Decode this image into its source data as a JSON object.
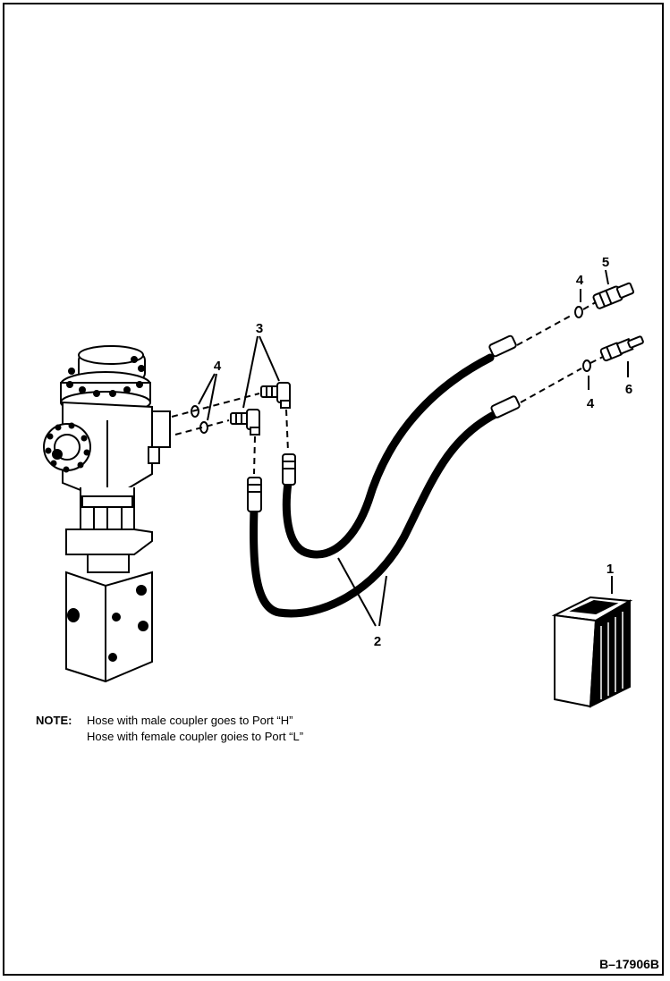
{
  "callouts": {
    "c1": "1",
    "c2": "2",
    "c3": "3",
    "c4a": "4",
    "c4b": "4",
    "c4c": "4",
    "c5": "5",
    "c6": "6"
  },
  "note": {
    "label": "NOTE:",
    "line1": "Hose with male coupler goes to Port “H”",
    "line2": "Hose with female coupler goies to Port “L”"
  },
  "document_id": "B–17906B",
  "colors": {
    "ink": "#000000",
    "paper": "#ffffff"
  }
}
